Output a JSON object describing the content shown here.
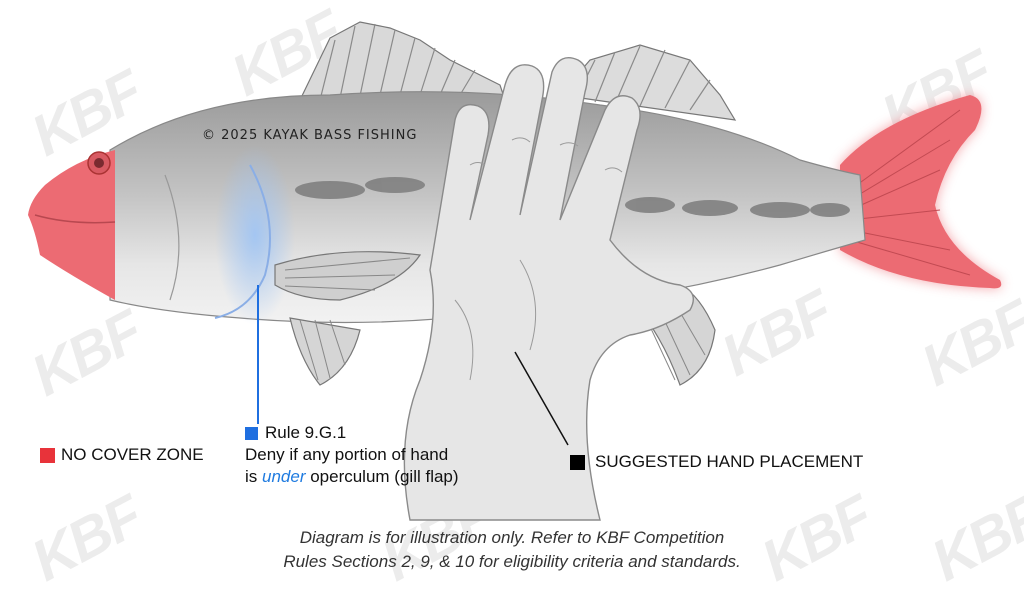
{
  "watermark": {
    "text": "KBF"
  },
  "copyright": "© 2025 KAYAK BASS FISHING",
  "legend": {
    "no_cover_zone": {
      "label": "NO COVER ZONE",
      "color": "#e8333a"
    },
    "rule": {
      "title": "Rule 9.G.1",
      "line1": "Deny if any portion of hand",
      "line2_prefix": "is ",
      "line2_emphasis": "under",
      "line2_suffix": " operculum (gill flap)",
      "color": "#1f6fe0"
    },
    "hand_placement": {
      "label": "SUGGESTED HAND PLACEMENT",
      "color": "#000000"
    }
  },
  "note": {
    "line1": "Diagram is for illustration only. Refer to KBF Competition",
    "line2": "Rules Sections 2, 9, & 10 for eligibility criteria and standards."
  },
  "colors": {
    "no_cover": "#ec6b73",
    "gill_glow": "#9ec4f5",
    "body": "#b8b8b8",
    "belly": "#efefef",
    "hand": "#e8e8e8"
  },
  "icons": [
    "fish-illustration",
    "hand-illustration",
    "kbf-watermark"
  ]
}
